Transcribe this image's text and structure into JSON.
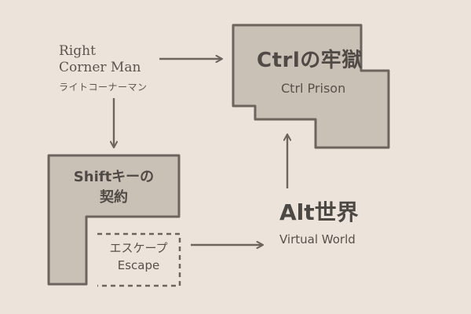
{
  "colors": {
    "background": "#ece4da",
    "box_fill": "#c9c0b6",
    "box_stroke": "#6b655e",
    "arrow": "#6b655e",
    "text": "#4f4a45"
  },
  "right_corner_man": {
    "name_line1": "Right",
    "name_line2": "Corner Man",
    "name_jp": "ライトコーナーマン"
  },
  "ctrl_prison": {
    "title": "Ctrlの牢獄",
    "subtitle": "Ctrl Prison"
  },
  "shift_contract": {
    "title_line1": "Shiftキーの",
    "title_line2": "契約"
  },
  "escape": {
    "label_jp": "エスケープ",
    "label_en": "Escape"
  },
  "alt_world": {
    "title": "Alt世界",
    "subtitle": "Virtual World"
  }
}
